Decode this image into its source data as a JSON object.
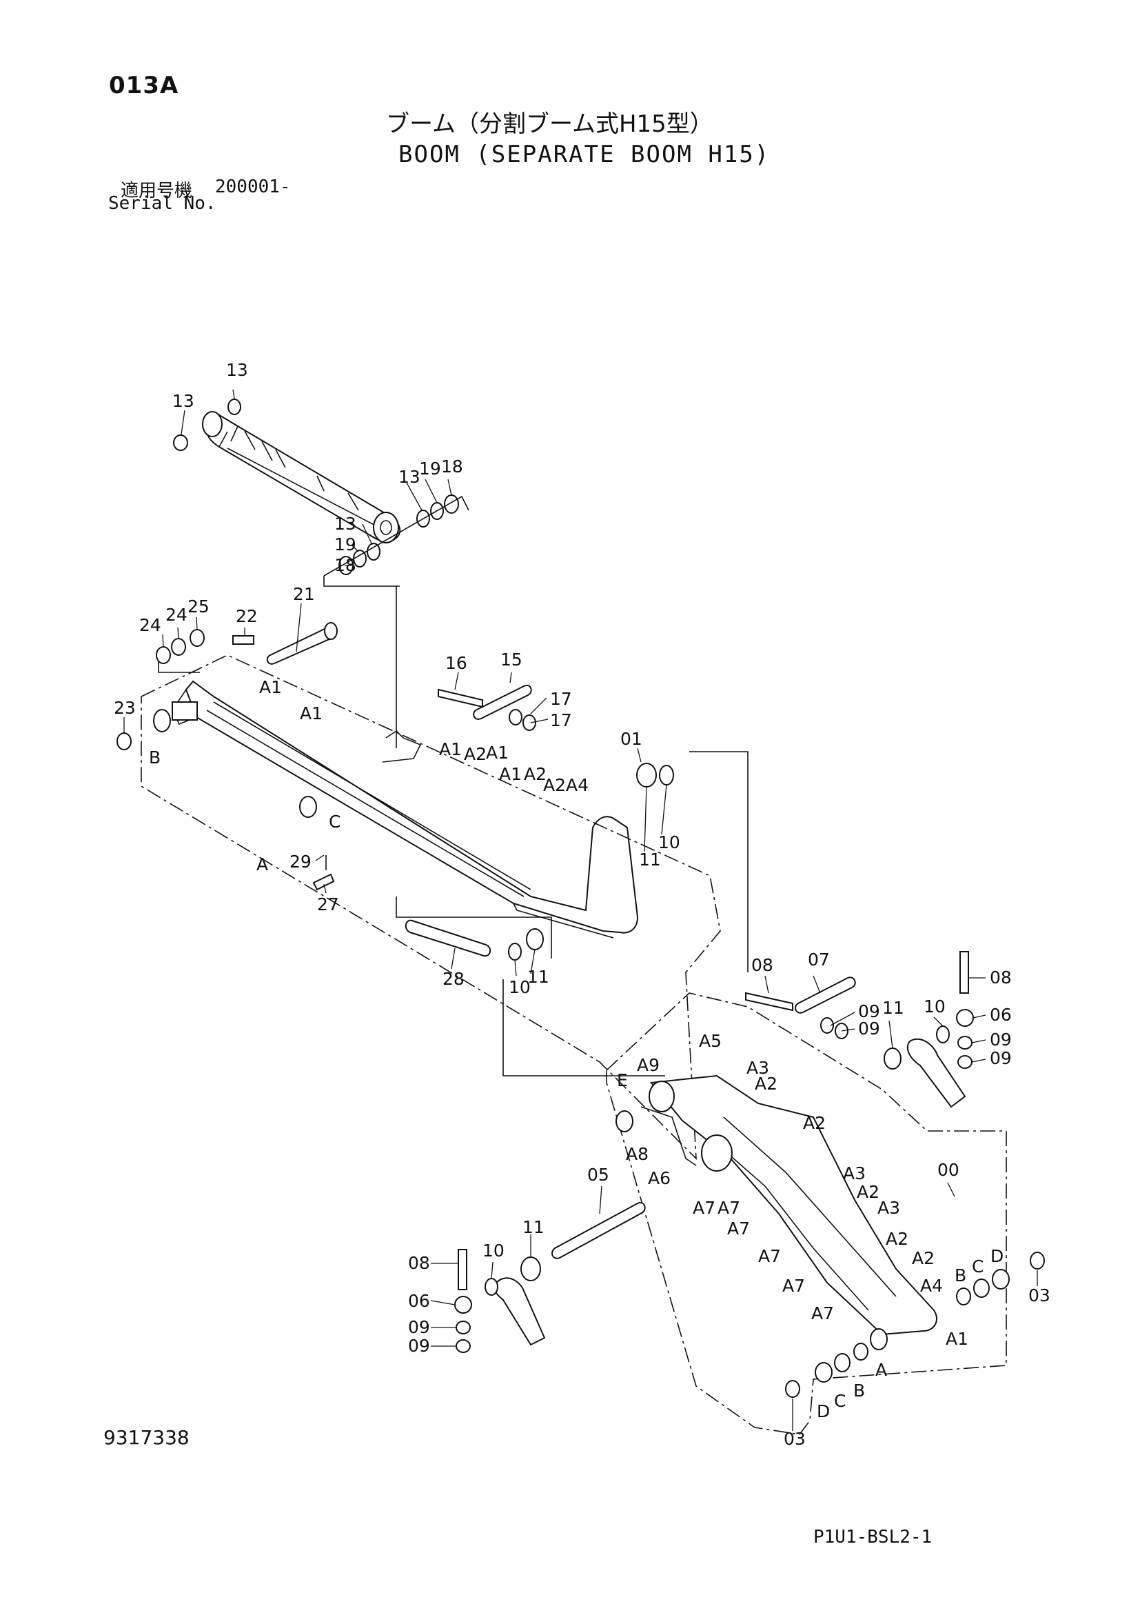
{
  "header": {
    "page_code": "013A",
    "title_jp": "ブーム（分割ブーム式H15型）",
    "title_en": "BOOM (SEPARATE BOOM H15)",
    "serial_label_jp": "適用号機",
    "serial_value": "200001-",
    "serial_label_en": "Serial No."
  },
  "footer": {
    "document_number": "9317338",
    "reference_code": "P1U1-BSL2-1"
  },
  "callouts": {
    "c13a": "13",
    "c13b": "13",
    "c13c": "13",
    "c13d": "13",
    "c19a": "19",
    "c19b": "19",
    "c18a": "18",
    "c18b": "18",
    "c21": "21",
    "c22": "22",
    "c23": "23",
    "c24a": "24",
    "c24b": "24",
    "c25": "25",
    "c16": "16",
    "c15": "15",
    "c17a": "17",
    "c17b": "17",
    "c01": "01",
    "c29": "29",
    "c27": "27",
    "c28": "28",
    "c11a": "11",
    "c10a": "10",
    "c10b": "10",
    "c11b": "11",
    "c08a": "08",
    "c07": "07",
    "c09a": "09",
    "c09b": "09",
    "c11c": "11",
    "c10c": "10",
    "c08b": "08",
    "c06a": "06",
    "c09c": "09",
    "c09d": "09",
    "c00": "00",
    "c05": "05",
    "c11d": "11",
    "c10d": "10",
    "c08c": "08",
    "c06b": "06",
    "c09e": "09",
    "c09f": "09",
    "c03a": "03",
    "c03b": "03"
  },
  "letters": {
    "A_up": "A",
    "B_up": "B",
    "C_up": "C",
    "A1_a": "A1",
    "A1_b": "A1",
    "A1_c": "A1",
    "A2_a": "A2",
    "A1_d": "A1",
    "A1_e": "A1",
    "A2_b": "A2",
    "A2_c": "A2",
    "A4_a": "A4",
    "A5": "A5",
    "A9": "A9",
    "A3_a": "A3",
    "A2_d": "A2",
    "E": "E",
    "A2_e": "A2",
    "A8": "A8",
    "A6": "A6",
    "A3_b": "A3",
    "A2_f": "A2",
    "A7_a": "A7",
    "A7_b": "A7",
    "A3_c": "A3",
    "A7_c": "A7",
    "A2_g": "A2",
    "A7_d": "A7",
    "A2_h": "A2",
    "A7_e": "A7",
    "A4_b": "A4",
    "A7_f": "A7",
    "A1_f": "A1",
    "A_low": "A",
    "B_low": "B",
    "C_low": "C",
    "D_low": "D",
    "B_r": "B",
    "C_r": "C",
    "D_r": "D"
  }
}
